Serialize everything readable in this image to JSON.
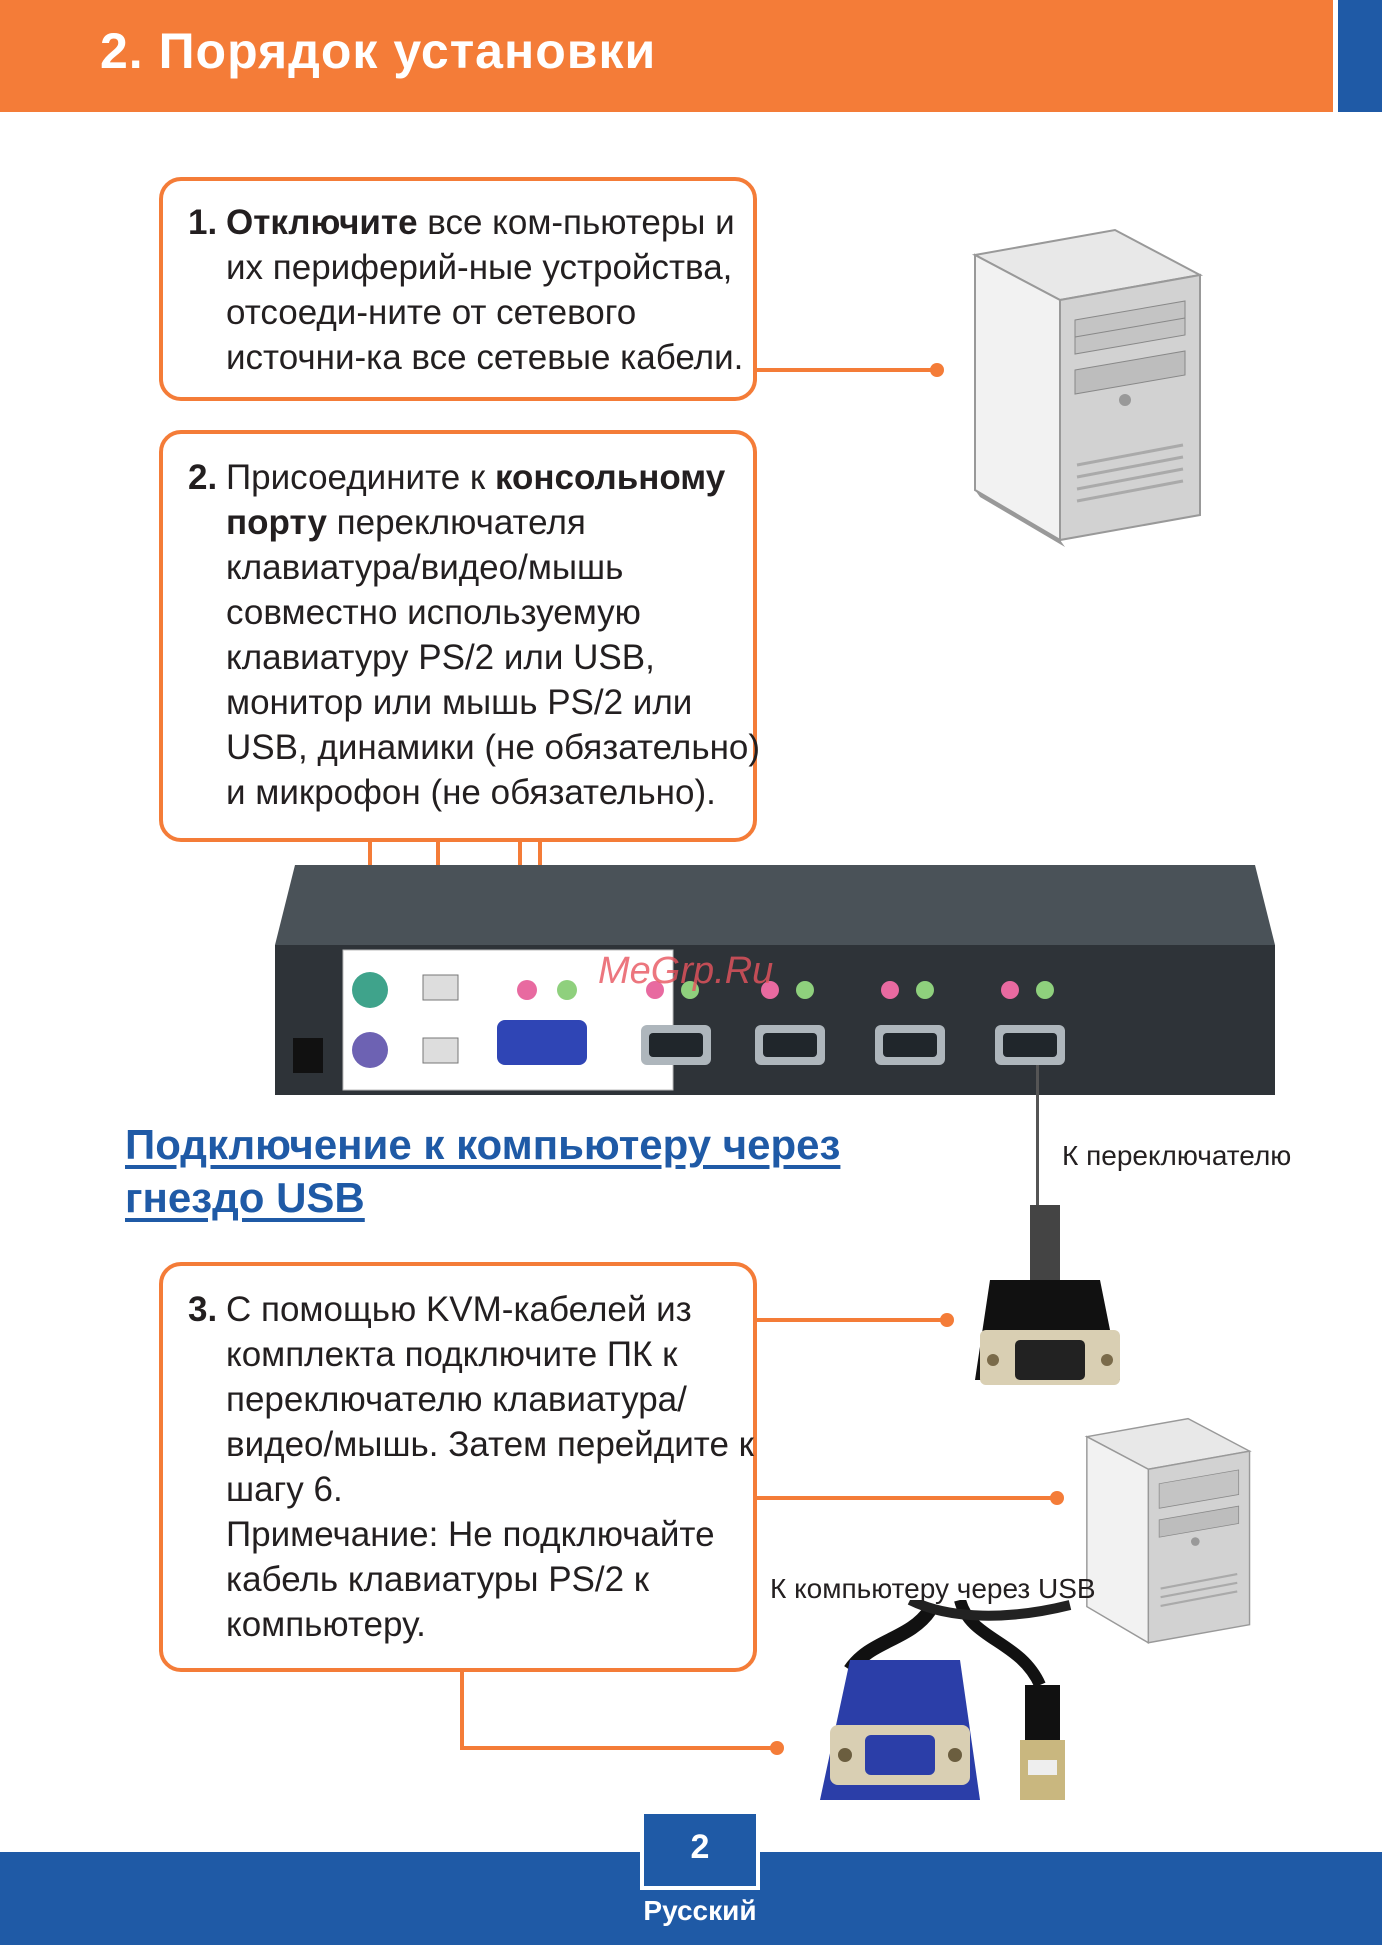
{
  "header": {
    "title": "2. Порядок установки"
  },
  "steps": [
    {
      "number": "1.",
      "bold": "Отключите",
      "lines": [
        " все ком-пьютеры и",
        "их периферий-ные устройства,",
        "отсоеди-ните от сетевого",
        "источни-ка все сетевые кабели."
      ]
    },
    {
      "number": "2.",
      "line1": "Присоедините к ",
      "bold1": "консольному",
      "bold2": "порту",
      "line2": " переключателя",
      "lines": [
        "клавиатура/видео/мышь",
        "совместно используемую",
        "клавиатуру PS/2 или USB,",
        "монитор или мышь PS/2 или",
        "USB, динамики (не обязательно)",
        "и микрофон (не обязательно)."
      ]
    },
    {
      "number": "3.",
      "lines": [
        "С помощью KVM-кабелей из",
        "комплекта подключите ПК к",
        "переключателю клавиатура/",
        "видео/мышь.  Затем перейдите к",
        "шагу 6.",
        "Примечание:  Не подключайте",
        "кабель клавиатуры PS/2 к",
        "компьютеру."
      ]
    }
  ],
  "section_heading": {
    "line1": "Подключение к компьютеру через",
    "line2": "гнездо USB"
  },
  "labels": {
    "to_switch": "К переключателю",
    "to_computer_usb": "К компьютеру через USB"
  },
  "watermark": "MeGrp.Ru",
  "footer": {
    "page_number": "2",
    "language": "Русский"
  },
  "colors": {
    "accent": "#f47c38",
    "brand_blue": "#1f5aa6"
  }
}
